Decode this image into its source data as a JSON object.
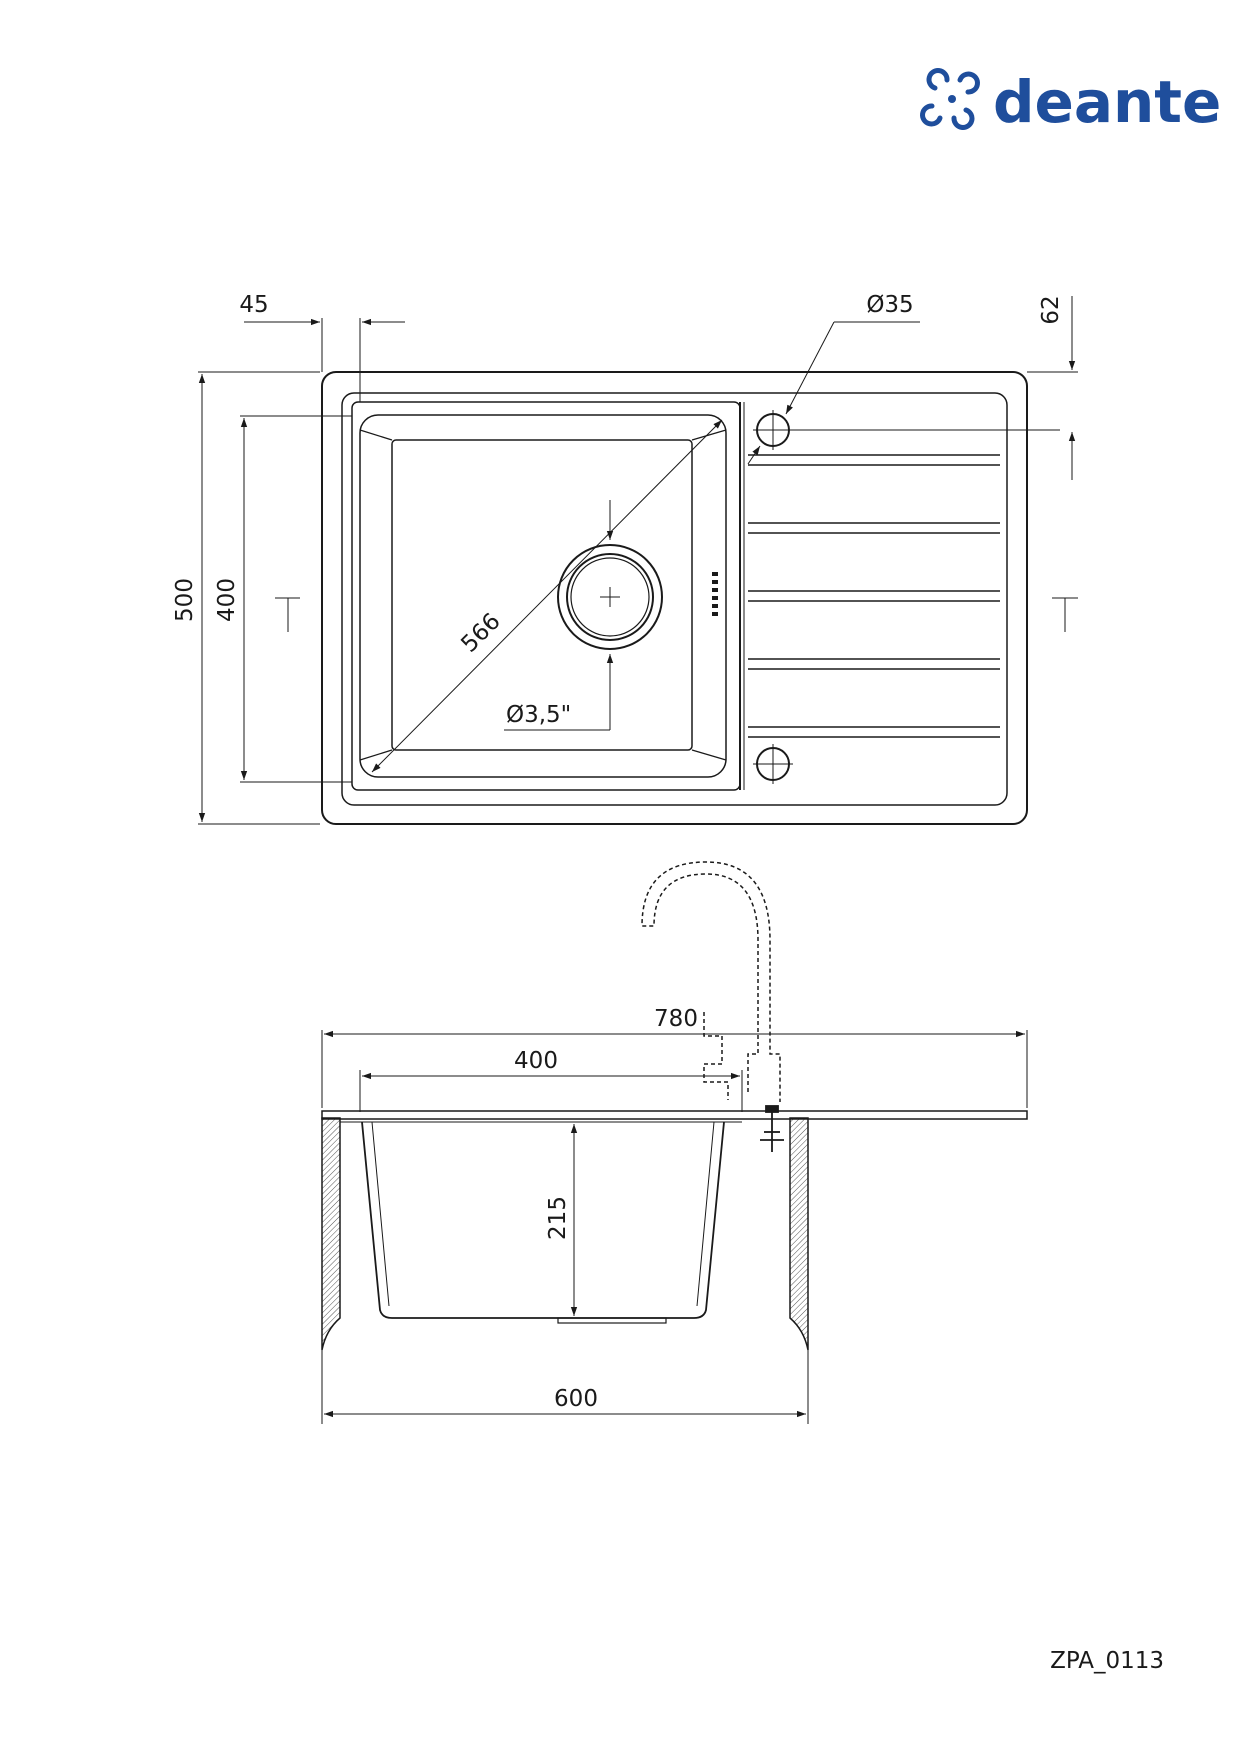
{
  "brand": {
    "name": "deante",
    "color": "#1f4e9c"
  },
  "top_view": {
    "dim_overall_depth": "500",
    "dim_bowl_depth": "400",
    "dim_left_margin": "45",
    "dim_tap_hole": "Ø35",
    "dim_tap_offset": "62",
    "dim_bowl_diagonal": "566",
    "dim_drain": "Ø3,5\""
  },
  "side_view": {
    "dim_overall_width": "780",
    "dim_bowl_width": "400",
    "dim_bowl_height": "215",
    "dim_cabinet_width": "600"
  },
  "drawing_code": "ZPA_0113",
  "colors": {
    "line": "#1a1a1a",
    "hatch": "#555555"
  }
}
